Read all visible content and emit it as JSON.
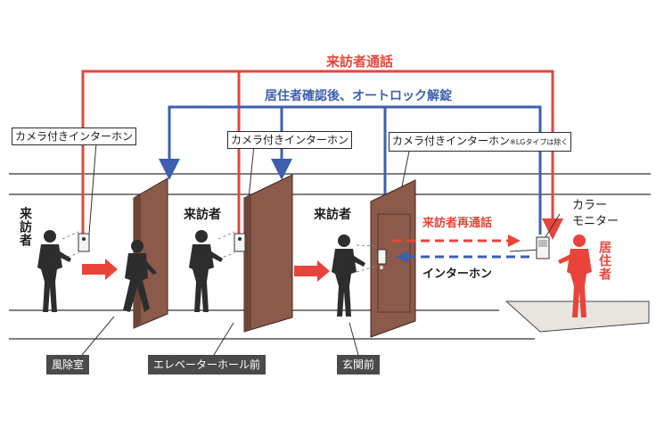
{
  "labels": {
    "visitor_call": "来訪者通話",
    "resident_confirm": "居住者確認後、オートロック解錠",
    "camera_intercom_1": "カメラ付きインターホン",
    "camera_intercom_2": "カメラ付きインターホン",
    "camera_intercom_3": "カメラ付きインターホン",
    "camera_intercom_3_note": "※LGタイプは除く",
    "visitor_recall": "来訪者再通話",
    "intercom": "インターホン",
    "color_monitor_line1": "カラー",
    "color_monitor_line2": "モニター",
    "resident": "居住者",
    "visitor_left": "来訪者",
    "visitor_mid": "来訪者",
    "visitor_right": "来訪者"
  },
  "areas": {
    "windbreak_room": "風除室",
    "elevator_hall": "エレベーターホール前",
    "entrance": "玄関前"
  },
  "colors": {
    "red": "#e8443a",
    "blue": "#3d5fb0",
    "door": "#8b5a4a",
    "figure": "#2d2d2d",
    "tag_bg": "#4a4a4a"
  }
}
